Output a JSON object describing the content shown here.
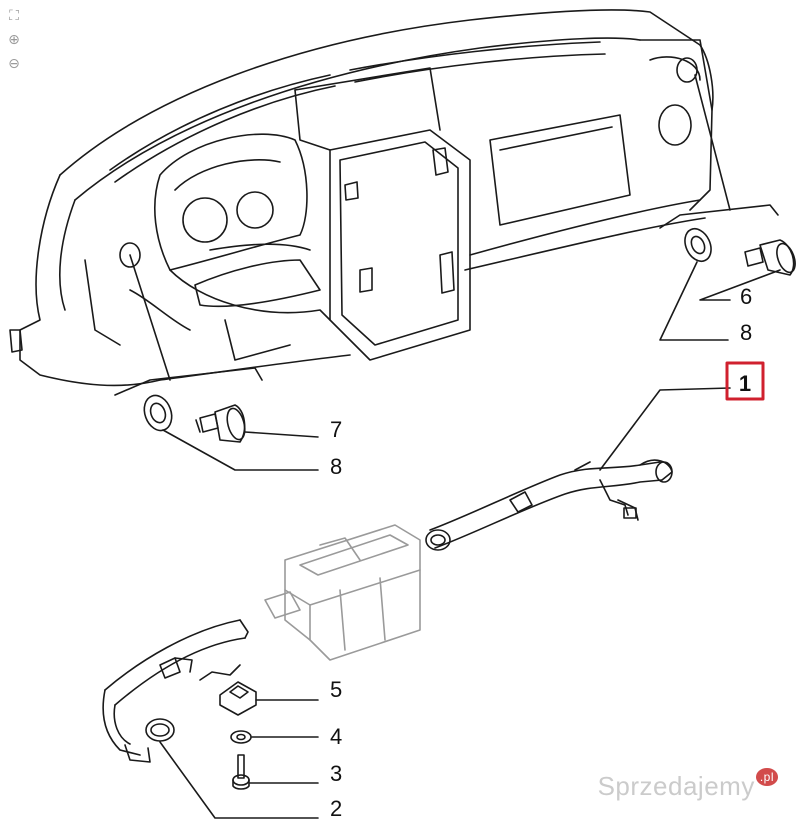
{
  "toolbar": {
    "items": [
      {
        "name": "fit-to-screen-icon",
        "glyph": "⛶"
      },
      {
        "name": "zoom-in-icon",
        "glyph": "⊕"
      },
      {
        "name": "zoom-out-icon",
        "glyph": "⊖"
      }
    ]
  },
  "callouts": {
    "part1": "1",
    "part2": "2",
    "part3": "3",
    "part4": "4",
    "part5": "5",
    "part6": "6",
    "part7": "7",
    "part8_upper": "8",
    "part8_lower": "8"
  },
  "highlight_color": "#d0202e",
  "watermark": {
    "text": "Sprzedajemy",
    "suffix": ".pl"
  }
}
